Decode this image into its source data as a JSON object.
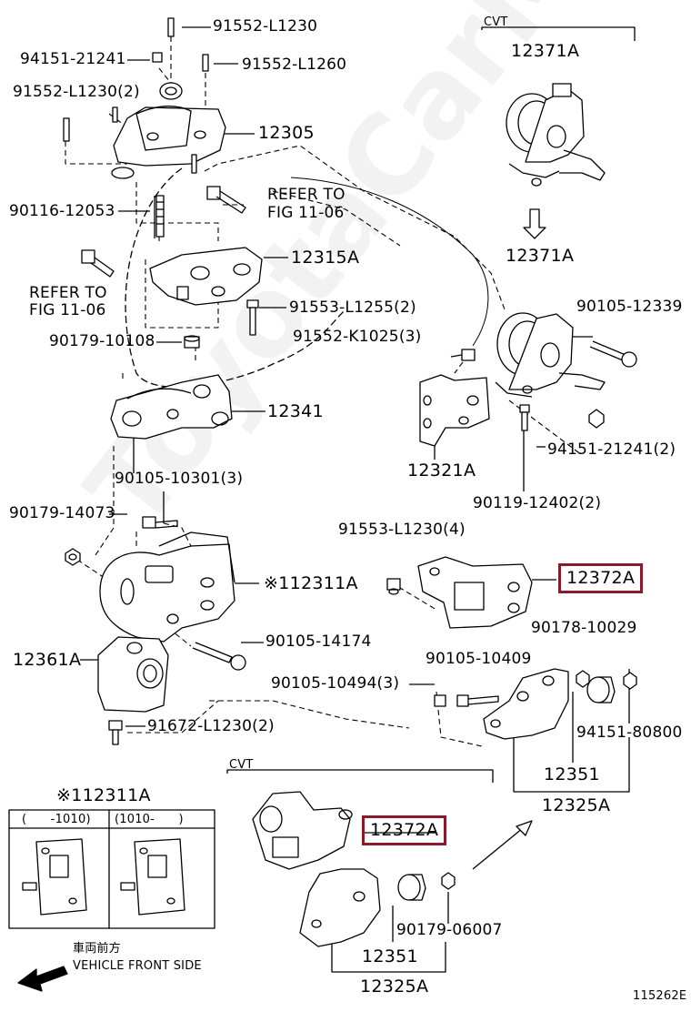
{
  "labels": {
    "p91552_l1230_top": "91552-L1230",
    "p94151_21241_top": "94151-21241",
    "p91552_l1260": "91552-L1260",
    "p91552_l1230_2": "91552-L1230(2)",
    "p12305": "12305",
    "p90116_12053": "90116-12053",
    "refer_to_1": "REFER TO",
    "fig_11_06_1": "FIG 11-06",
    "p12315a": "12315A",
    "refer_to_2": "REFER TO",
    "fig_11_06_2": "FIG 11-06",
    "p91553_l1255": "91553-L1255(2)",
    "p90179_10108": "90179-10108",
    "p91552_k1025": "91552-K1025(3)",
    "p12341": "12341",
    "p12321a": "12321A",
    "p90105_10301": "90105-10301(3)",
    "p90179_14073": "90179-14073",
    "p12311a": "※112311A",
    "p90105_14174": "90105-14174",
    "p12361a": "12361A",
    "p90105_10494": "90105-10494(3)",
    "p91672_l1230": "91672-L1230(2)",
    "cvt_top": "CVT",
    "p12371a_top": "12371A",
    "p12371a_mid": "12371A",
    "p90105_12339": "90105-12339",
    "p94151_21241_2": "94151-21241(2)",
    "p90119_12402": "90119-12402(2)",
    "p91553_l1230_4": "91553-L1230(4)",
    "p12372a_a": "12372A",
    "p90178_10029": "90178-10029",
    "p90105_10409": "90105-10409",
    "p94151_80800": "94151-80800",
    "p12351_a": "12351",
    "p12325a_a": "12325A",
    "cvt_bottom": "CVT",
    "p12372a_b": "12372A",
    "p12351_b": "12351",
    "p90179_06007": "90179-06007",
    "p12325a_b": "12325A",
    "inset_title": "※112311A",
    "inset_col1": "(　　-1010)",
    "inset_col2": "(1010-　　)",
    "front_jp": "車両前方",
    "front_en": "VEHICLE FRONT SIDE",
    "fig_code": "115262E"
  },
  "watermark": "ToyotaCarMine.ru",
  "colors": {
    "highlight_box": "#8b1a2b",
    "line": "#000000"
  }
}
